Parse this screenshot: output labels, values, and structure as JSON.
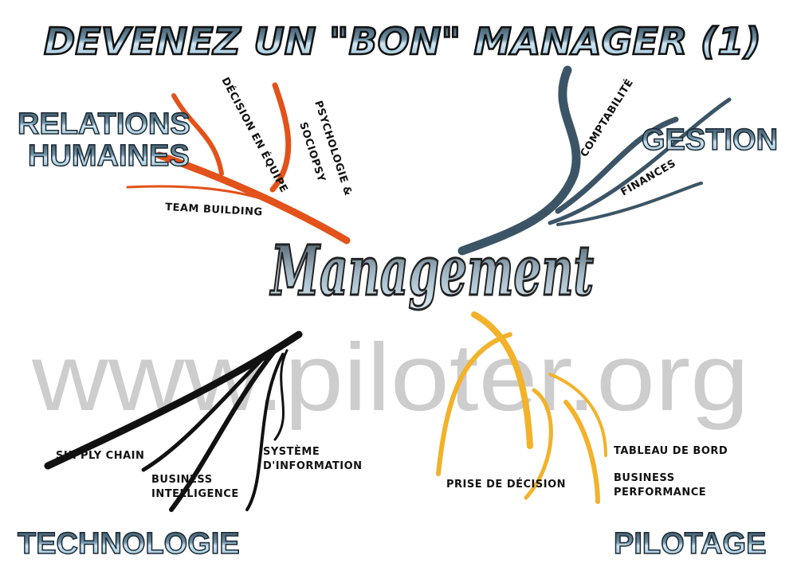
{
  "title": "DEVENEZ UN \"BON\" MANAGER (1)",
  "center": "Management",
  "watermark": "www.piloter.org",
  "colors": {
    "relations": "#e2521a",
    "gestion": "#3c5566",
    "technologie": "#111111",
    "pilotage": "#f2b22a",
    "metal_light": "#cfe6f3",
    "metal_dark": "#3b5566"
  },
  "branches": {
    "relations": {
      "label_line1": "RELATIONS",
      "label_line2": "HUMAINES",
      "items": [
        "DÉCISION EN ÉQUIPE",
        "PSYCHOLOGIE &",
        "SOCIOPSY",
        "TEAM BUILDING"
      ]
    },
    "gestion": {
      "label": "GESTION",
      "items": [
        "COMPTABILITÉ",
        "FINANCES"
      ]
    },
    "technologie": {
      "label": "TECHNOLOGIE",
      "items": [
        "SUPPLY CHAIN",
        "BUSINESS",
        "INTELLIGENCE",
        "SYSTÈME",
        "D'INFORMATION"
      ]
    },
    "pilotage": {
      "label": "PILOTAGE",
      "items": [
        "PRISE DE DÉCISION",
        "TABLEAU DE BORD",
        "BUSINESS",
        "PERFORMANCE"
      ]
    }
  }
}
